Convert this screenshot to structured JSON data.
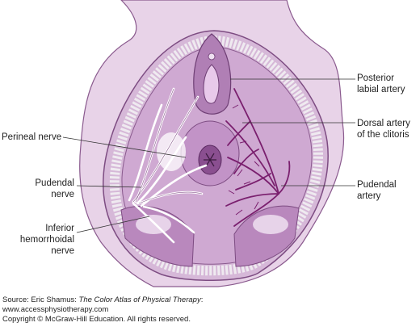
{
  "labels": {
    "posterior_labial_artery": [
      "Posterior",
      "labial artery"
    ],
    "dorsal_artery": [
      "Dorsal artery",
      "of the clitoris"
    ],
    "pudendal_artery": [
      "Pudendal",
      "artery"
    ],
    "perineal_nerve": [
      "Perineal nerve"
    ],
    "pudendal_nerve": [
      "Pudendal",
      "nerve"
    ],
    "inferior_hemorrhoidal_nerve": [
      "Inferior",
      "hemorrhoidal",
      "nerve"
    ]
  },
  "credit": {
    "source_prefix": "Source: Eric Shamus: ",
    "source_title": "The Color Atlas of Physical Therapy",
    "source_suffix": ":",
    "url": "www.accessphysiotherapy.com",
    "copyright": "Copyright © McGraw-Hill Education. All rights reserved."
  },
  "colors": {
    "skin": "#e8d3e8",
    "tissue": "#c9a3cc",
    "tissue_dark": "#9e6aa3",
    "muscle": "#b988bd",
    "artery": "#7a1f6e",
    "nerve": "#ffffff",
    "bone": "#efeaf0"
  }
}
